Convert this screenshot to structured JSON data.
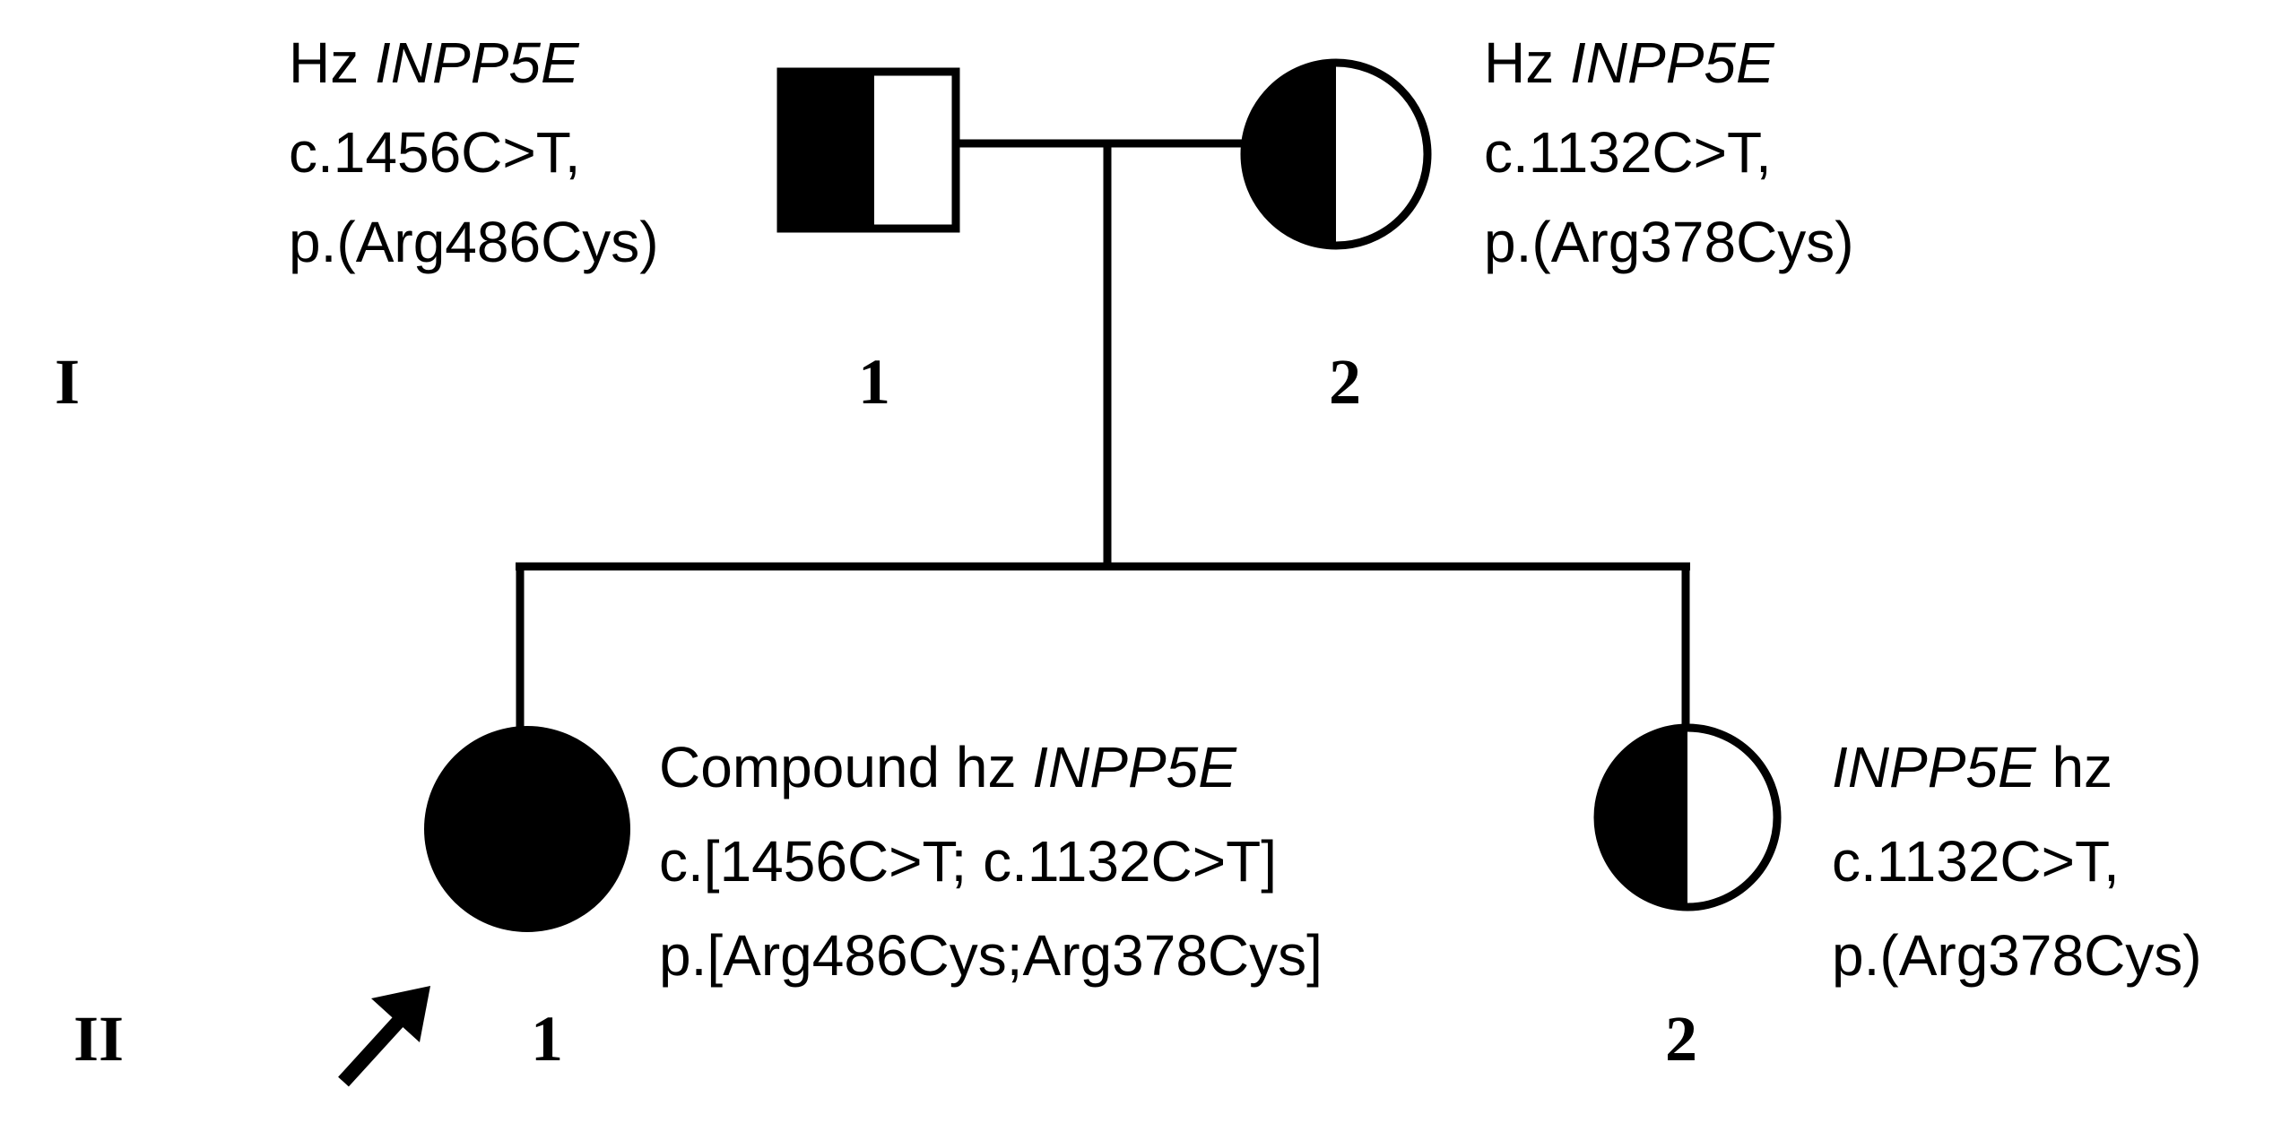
{
  "generations": [
    {
      "roman": "I"
    },
    {
      "roman": "II"
    }
  ],
  "individuals": [
    {
      "id": "I-1",
      "sex": "male",
      "status": "heterozygous carrier",
      "number": "1",
      "label": {
        "line1": {
          "prefix": "Hz ",
          "gene": "INPP5E",
          "suffix": ""
        },
        "line2": "c.1456C>T,",
        "line3": "p.(Arg486Cys)"
      }
    },
    {
      "id": "I-2",
      "sex": "female",
      "status": "heterozygous carrier",
      "number": "2",
      "label": {
        "line1": {
          "prefix": "Hz ",
          "gene": "INPP5E",
          "suffix": ""
        },
        "line2": "c.1132C>T,",
        "line3": "p.(Arg378Cys)"
      }
    },
    {
      "id": "II-1",
      "sex": "female",
      "status": "affected",
      "proband": true,
      "number": "1",
      "label": {
        "line1": {
          "prefix": "Compound hz ",
          "gene": "INPP5E",
          "suffix": ""
        },
        "line2": "c.[1456C>T; c.1132C>T]",
        "line3": "p.[Arg486Cys;Arg378Cys]"
      }
    },
    {
      "id": "II-2",
      "sex": "female",
      "status": "heterozygous carrier",
      "number": "2",
      "label": {
        "line1": {
          "prefix": "",
          "gene": "INPP5E",
          "suffix": " hz"
        },
        "line2": "c.1132C>T,",
        "line3": "p.(Arg378Cys)"
      }
    }
  ],
  "colors": {
    "ink": "#000000",
    "background": "#ffffff"
  }
}
